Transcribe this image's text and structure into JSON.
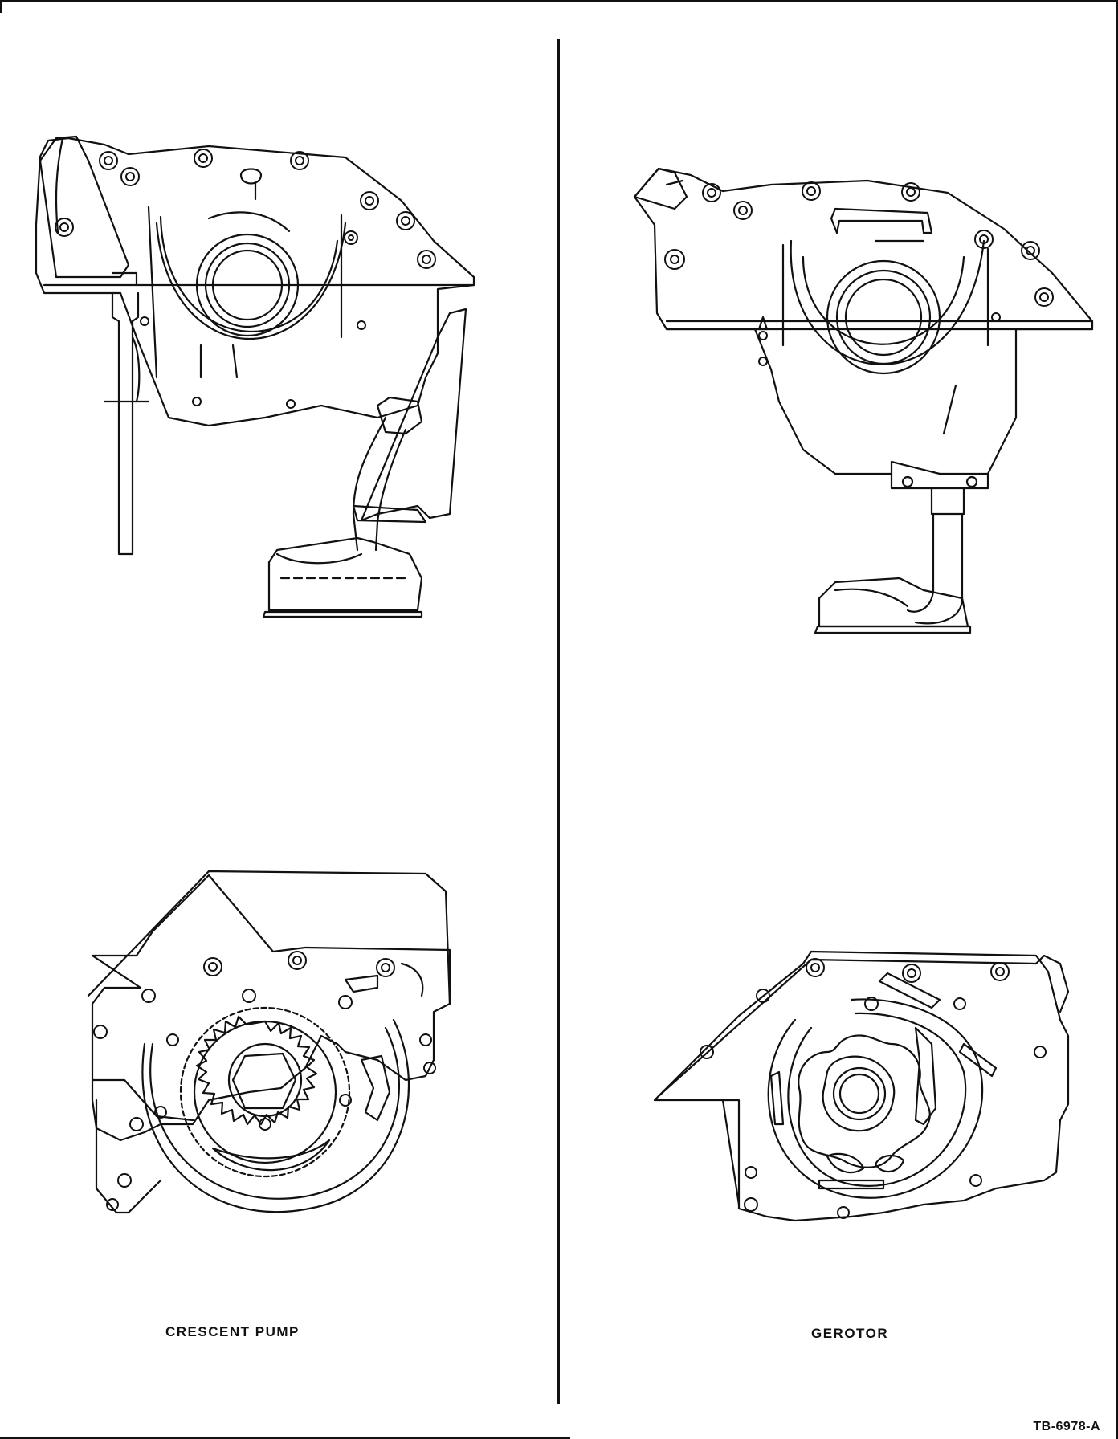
{
  "labels": {
    "left_caption": "CRESCENT PUMP",
    "right_caption": "GEROTOR",
    "figure_id": "TB-6978-A"
  }
}
